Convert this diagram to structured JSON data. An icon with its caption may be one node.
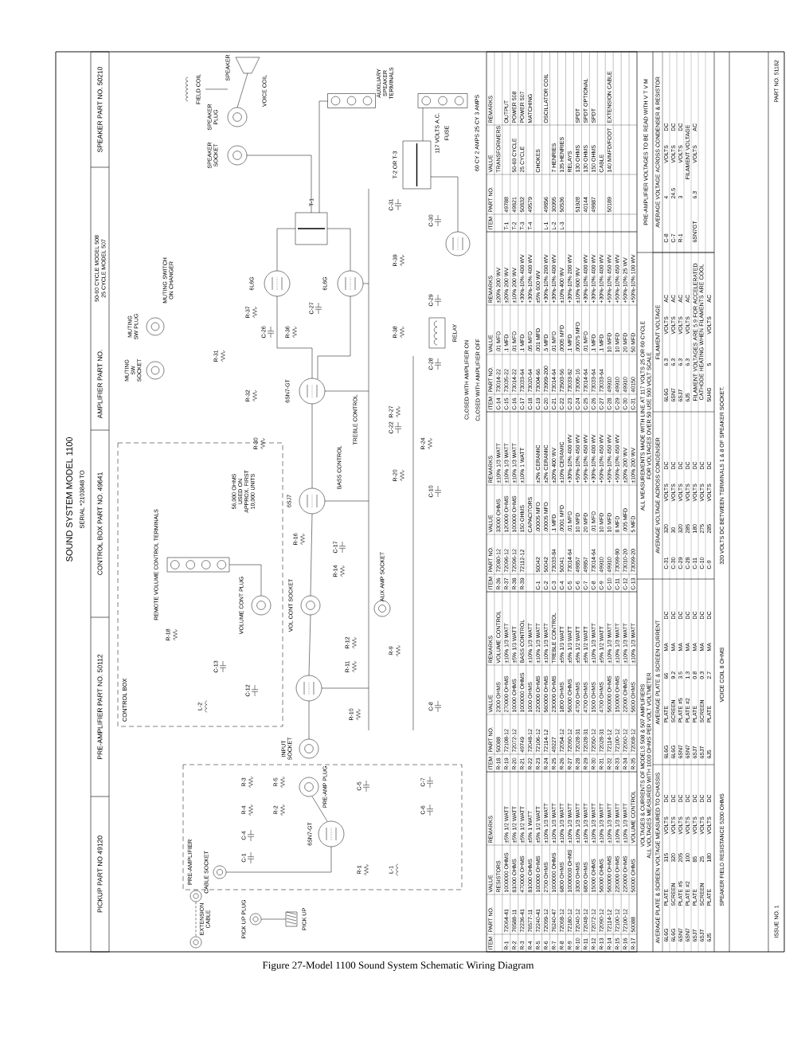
{
  "diagram": {
    "title": "SOUND SYSTEM MODEL 1100",
    "caption": "Figure 27-Model 1100 Sound System Schematic Wiring Diagram",
    "nodes": [
      {
        "text": [
          "PRE-AMPLIFIER"
        ]
      },
      {
        "text": [
          "CONTROL BOX"
        ]
      },
      {
        "text": [],
        "shape": "circle",
        "in": 0,
        "beside": [
          "CABLE SOCKET"
        ]
      },
      {
        "text": [],
        "shape": "circle",
        "in": 0,
        "beside": [
          "PRE-AMP PLUG"
        ]
      },
      {
        "text": [],
        "shape": "circle",
        "beside": [
          "INPUT SOCKET"
        ]
      },
      {
        "text": [],
        "shape": "circle",
        "in": 1,
        "beside": [
          "VOLUME CONT PLUG"
        ]
      },
      {
        "text": [],
        "shape": "circle",
        "beside": [
          "VOL CONT SOCKET"
        ]
      },
      {
        "text": [],
        "shape": "circle",
        "beside": [
          "AUX AMP SOCKET"
        ]
      },
      {
        "text": [],
        "shape": "circle",
        "beside": [
          "MUTING SW SOCKET"
        ]
      },
      {
        "text": [],
        "shape": "circle",
        "beside": [
          "MUTING SW PLUG"
        ]
      },
      {
        "text": [],
        "shape": "circle",
        "beside": [
          "SPEAKER SOCKET"
        ]
      },
      {
        "text": [],
        "shape": "circle",
        "beside": [
          "SPEAKER PLUG"
        ]
      },
      {
        "text": [],
        "shape": "circle",
        "beside": [
          "PICK UP PLUG"
        ]
      },
      {
        "text": [],
        "shape": "circle"
      },
      {
        "text": [],
        "shape": "circle"
      },
      {
        "text": [],
        "shape": "box",
        "beside": [
          "AUXILIARY SPEAKER TERMINALS"
        ]
      },
      {
        "text": [],
        "shape": "box"
      },
      {
        "text": [],
        "shape": "box",
        "in": 1,
        "beside": [
          "REMOTE VOLUME CONTROL TERMINALS"
        ]
      },
      {
        "text": [],
        "shape": "picture",
        "beside": [
          "PICK UP"
        ]
      }
    ],
    "edges": [
      {
        "from": 13,
        "to": 14,
        "arrow": "none",
        "style": "dashed",
        "label": "EXTENSION CABLE"
      },
      {
        "from": 12,
        "to": 18,
        "arrow": "none"
      },
      {
        "from": 5,
        "to": 17,
        "arrow": "none"
      }
    ],
    "labels": [
      "SERIAL *2103848 TO",
      "PICKUP PART NO 49120",
      "PRE-AMPLIFIER PART NO. 50112",
      "CONTROL BOX PART NO. 49641",
      "AMPLIFIER PART NO.",
      "50-60 CYCLE MODEL 508",
      "25 CYCLE MODEL 507",
      "SPEAKER PART NO. 50210",
      "MUTING SWITCH ON CHANGER",
      "FIELD COIL",
      "SPEAKER",
      "VOICE COIL",
      "6L6G",
      "6L6G",
      "T-1",
      "T-2 OR T-3",
      "117 VOLTS A.C.",
      "FUSE",
      "60 CY 2 AMPS 25 CY 3 AMPS",
      "RELAY",
      "CLOSED WITH AMPLIFIER ON",
      "CLOSED WITH AMPLIFIER OFF",
      "6SN7-GT",
      "TREBLE CONTROL",
      "BASS CONTROL",
      "6SJ7",
      "56,000 OHMS USED ON APPROX. FIRST 10,000 UNITS",
      "6SN7-GT",
      "R-1",
      "L-1",
      "C-1",
      "C-4",
      "R-4",
      "R-2",
      "R-3",
      "R-5",
      "C-5",
      "C-6",
      "C-7",
      "R-10",
      "R-11",
      "R-12",
      "C-8",
      "R-9",
      "C-12",
      "C-13",
      "L-2",
      "R-18",
      "R-14",
      "C-17",
      "R-16",
      "C-10",
      "R-20",
      "R-24",
      "C-22",
      "R-27",
      "R-30",
      "R-32",
      "R-31",
      "C-26",
      "R-36",
      "R-37",
      "C-27",
      "R-38",
      "C-28",
      "C-29",
      "R-39",
      "C-30",
      "C-31",
      "ITEM",
      "PART NO.",
      "VALUE",
      "REMARKS",
      "RESISTORS",
      "R-1",
      "72064-41",
      "1000000 OHMS",
      "±5% 1/2 WATT",
      "R-2",
      "76588-11",
      "81000 OHMS",
      "±5% 1/2 WATT",
      "R-3",
      "72236-41",
      "470000 OHMS",
      "±5% 1/2 WATT",
      "R-4",
      "76577-11",
      "81000 OHMS",
      "±5% 1 WATT",
      "R-5",
      "72240-41",
      "100000 OHMS",
      "±5% 1/2 WATT",
      "R-6",
      "72099-12",
      "2700 OHMS",
      "±10% 1/3 WATT",
      "R-7",
      "76240-47",
      "1000000 OHMS",
      "±10% 1/3 WATT",
      "R-8",
      "72068-12",
      "6800 OHMS",
      "±10% 1/3 WATT",
      "R-9",
      "72180-12",
      "10000000 OHMS",
      "±10% 1/3 WATT",
      "R-10",
      "72040-12",
      "3300 OHMS",
      "±10% 1/3 WATT",
      "R-11",
      "72048-12",
      "6800 OHMS",
      "±10% 1/3 WATT",
      "R-12",
      "72072-12",
      "15000 OHMS",
      "±10% 1/3 WATT",
      "R-13",
      "72090-12",
      "56000 OHMS",
      "±10% 1/3 WATT",
      "R-14",
      "72114-12",
      "560000 OHMS",
      "±10% 1/3 WATT",
      "R-15",
      "72100-12",
      "220000 OHMS",
      "±10% 1/3 WATT",
      "R-16",
      "72100-12",
      "220000 OHMS",
      "±10% 1/3 WATT",
      "R-17",
      "50088",
      "50000 OHMS",
      "VOLUME CONTROL",
      "ITEM",
      "PART NO.",
      "VALUE",
      "REMARKS",
      "R-18",
      "50088",
      "2300 OHMS",
      "VOLUME CONTROL",
      "R-19",
      "72108-12",
      "270000 OHMS",
      "±10% 1/3 WATT",
      "R-20",
      "72072-12",
      "10000 OHMS",
      "±5% 1/3 WATT",
      "R-21",
      "49749",
      "1000000 OHMS",
      "BASS CONTROL",
      "R-22",
      "72048-12",
      "1000 OHMS",
      "±10% 1/3 WATT",
      "R-23",
      "72106-12",
      "220000 OHMS",
      "±10% 1/3 WATT",
      "R-24",
      "72114-12",
      "560000 OHMS",
      "±10% 1/3 WATT",
      "R-25",
      "49227",
      "230000 OHMS",
      "TREBLE CONTROL",
      "R-26",
      "72054-12",
      "1800 OHMS",
      "±5% 1/3 WATT",
      "R-27",
      "72090-12",
      "56000 OHMS",
      "±5% 1/3 WATT",
      "R-28",
      "72028-31",
      "4700 OHMS",
      "±5% 1/2 WATT",
      "R-29",
      "72028-31",
      "4700 OHMS",
      "±5% 1/2 WATT",
      "R-30",
      "72050-12",
      "1500 OHMS",
      "±10% 1/3 WATT",
      "R-31",
      "72028-31",
      "4700 OHMS",
      "±5% 1/2 WATT",
      "R-32",
      "72114-12",
      "560000 OHMS",
      "±10% 1/3 WATT",
      "R-33",
      "72100-12",
      "150000 OHMS",
      "±10% 1/3 WATT",
      "R-34",
      "72060-12",
      "22000 OHMS",
      "±10% 1/3 WATT",
      "R-35",
      "72068-12",
      "5600 OHMS",
      "±10% 1/3 WATT",
      "ITEM",
      "PART NO.",
      "VALUE",
      "REMARKS",
      "R-36",
      "72080-12",
      "33000 OHMS",
      "±10% 1/3 WATT",
      "R-37",
      "72096-12",
      "120000 OHMS",
      "±10% 1/3 WATT",
      "R-38",
      "72096-12",
      "100000 OHMS",
      "±10% 1/3 WATT",
      "R-39",
      "72112-12",
      "150 OHMS",
      "±10% 1 WATT",
      "CAPACITORS",
      "C-1",
      "50042",
      ".00005 MFD",
      "±2% CERAMIC",
      "C-2",
      "50042",
      ".00005 MFD",
      "±2% CERAMIC",
      "C-3",
      "73033-84",
      ".1 MFD",
      "±20% 400 WV",
      "C-4",
      "50041",
      ".0001 MFD",
      "±10% CERAMIC",
      "C-5",
      "73014-64",
      ".01 MFD",
      "+30%-10% 400 WV",
      "C-6",
      "49857",
      "10 MFD",
      "+50%-10% 450 WV",
      "C-7",
      "49857",
      "20 MFD",
      "+50%-10% 450 WV",
      "C-8",
      "73014-64",
      ".01 MFD",
      "+30%-10% 400 WV",
      "C-9",
      "49910",
      "10 MFD",
      "+50%-10% 450 WV",
      "C-10",
      "49910",
      "10 MFD",
      "+50%-10% 450 WV",
      "C-11",
      "73099-80",
      "8 MFD",
      "+50%-10% 450 WV",
      "C-12",
      "73010-20",
      ".005 MFD",
      "±20% 200 WV",
      "C-13",
      "73099-20",
      "5 MFD",
      "±10% 200 WV",
      "ITEM",
      "PART NO.",
      "VALUE",
      "REMARKS",
      "C-14",
      "73014-22",
      ".01 MFD",
      "±20% 200 WV",
      "C-15",
      "73035-22",
      ".1 MFD",
      "±20% 200 WV",
      "C-16",
      "73014-22",
      ".01 MFD",
      "±10% 200 WV",
      "C-17",
      "73033-64",
      ".1 MFD",
      "+30%-10% 400 WV",
      "C-18",
      "73020-64",
      ".05 MFD",
      "+30%-10% 400 WV",
      "C-19",
      "73004-66",
      ".001 MFD",
      "±5% 600 WV",
      "C-20",
      "73999-200",
      ".5 MFD",
      "+30%-10% 200 WV",
      "C-21",
      "73014-64",
      ".01 MFD",
      "+30%-10% 400 WV",
      "C-22",
      "73503-56",
      ".0005 MFD",
      "±10% 400 WV",
      "C-23",
      "73033-82",
      ".1 MFD",
      "+30%-10% 200 WV",
      "C-24",
      "73005-16",
      ".00075 MFD",
      "±10% 600 WV",
      "C-25",
      "73014-64",
      ".01 MFD",
      "+30%-10% 400 WV",
      "C-26",
      "73033-64",
      ".1 MFD",
      "+30%-10% 400 WV",
      "C-27",
      "73033-64",
      ".1 MFD",
      "+30%-10% 400 WV",
      "C-28",
      "49910",
      "10 MFD",
      "+50%-10% 450 WV",
      "C-29",
      "49910",
      "10 MFD",
      "+50%-10% 450 WV",
      "C-30",
      "49910",
      "20 MFD",
      "+50%-10% 25 WV",
      "C-31",
      "40150",
      "50 MFD",
      "+50%-10% 100 WV",
      "ITEM",
      "PART NO.",
      "VALUE",
      "REMARKS",
      "TRANSFORMERS",
      "T-1",
      "49788",
      "OUTPUT",
      "T-2",
      "49821",
      "50-60 CYCLE",
      "POWER 508",
      "T-3",
      "50832",
      "25 CYCLE",
      "POWER 507",
      "T-4",
      "49579",
      "MATCHING",
      "CHOKES",
      "L-1",
      "49856",
      "OSCILLATOR COIL",
      "L-2",
      "30995",
      "7 HENRIES",
      "L-3",
      "50536",
      "135 HENRIES",
      "RELAYS",
      "51928",
      "130 OHMS",
      "SPDT",
      "40144",
      "130 OHMS",
      "SPDT OPTIONAL",
      "49887",
      "150 OHMS",
      "SPDT",
      "CABLE",
      "50189",
      "140 MMFD/FOOT",
      "EXTENSION CABLE",
      "VOLTAGES & CURRENTS OF MODELS 508 & 507 AMPLIFIERS",
      "ALL VOLTAGES MEASURED WITH 1000 OHMS PER VOLT VOLTMETER",
      "ALL MEASUREMENTS MADE WITH LINE AT 117 VOLTS 25 OR 60 CYCLE",
      "FOR VOLTAGES OVER 50 USE 500 VOLT SCALE",
      "PRE-AMPLIFIER VOLTAGES TO BE READ WITH V T V M",
      "AVERAGE PLATE & SCREEN VOLTAGE MEASURED TO CHASSIS",
      "6L6G",
      "PLATE",
      "315",
      "VOLTS",
      "DC",
      "6L6G",
      "SCREEN",
      "320",
      "VOLTS",
      "DC",
      "6SN7",
      "PLATE #5",
      "205",
      "VOLTS",
      "DC",
      "6SN7",
      "PLATE #2",
      "100",
      "VOLTS",
      "DC",
      "6SJ7",
      "PLATE",
      "85",
      "VOLTS",
      "DC",
      "6SJ7",
      "SCREEN",
      "25",
      "VOLTS",
      "DC",
      "6J5",
      "PLATE",
      "180",
      "VOLTS",
      "DC",
      "AVERAGE PLATE & SCREEN CURRENT",
      "6L6G",
      "PLATE",
      "66",
      "MA",
      "DC",
      "6L6G",
      "SCREEN",
      "9.2",
      "MA",
      "DC",
      "6SN7",
      "PLATE #5",
      "3.5",
      "MA",
      "DC",
      "6SN7",
      "PLATE #2",
      "1.3",
      "MA",
      "DC",
      "6SJ7",
      "PLATE",
      "0.8",
      "MA",
      "DC",
      "6SJ7",
      "SCREEN",
      "0.3",
      "MA",
      "DC",
      "6J5",
      "PLATE",
      "2.7",
      "MA",
      "DC",
      "AVERAGE VOLTAGE ACROSS CONDENSER",
      "C-31",
      "320",
      "VOLTS",
      "DC",
      "C-30",
      "30",
      "VOLTS",
      "DC",
      "C-29",
      "320",
      "VOLTS",
      "DC",
      "C-28",
      "285",
      "VOLTS",
      "DC",
      "C-11",
      "180",
      "VOLTS",
      "DC",
      "C-10",
      "275",
      "VOLTS",
      "DC",
      "C-9",
      "285",
      "VOLTS",
      "DC",
      "FILAMENT VOLTAGE",
      "6L6G",
      "6.3",
      "VOLTS",
      "AC",
      "6SN7",
      "6.3",
      "VOLTS",
      "AC",
      "6SJ7",
      "6.3",
      "VOLTS",
      "AC",
      "6J5",
      "6.3",
      "VOLTS",
      "AC",
      "FILAMENT VOLTAGES ARE 5.9 FOR ACCELERATED CATHODE HEATING WHEN FILAMENTS ARE COOL",
      "5U4G",
      "5",
      "VOLTS",
      "AC",
      "AVERAGE VOLTAGE ACROSS CONDENSER & RESISTOR",
      "C-8",
      "4",
      "VOLTS",
      "DC",
      "C-7",
      "24.5",
      "VOLTS",
      "DC",
      "R-1",
      "3",
      "VOLTS",
      "DC",
      "FILAMENT VOLTAGE",
      "6SN7GT",
      "6.3",
      "VOLTS",
      "AC",
      "SPEAKER FIELD RESISTANCE 5200 OHMS",
      "VOICE COIL 8 OHMS",
      "320 VOLTS DC BETWEEN TERMINALS 1 & 8 OF SPEAKER SOCKET.",
      "ISSUE NO. 1",
      "PART NO. 51182"
    ]
  }
}
